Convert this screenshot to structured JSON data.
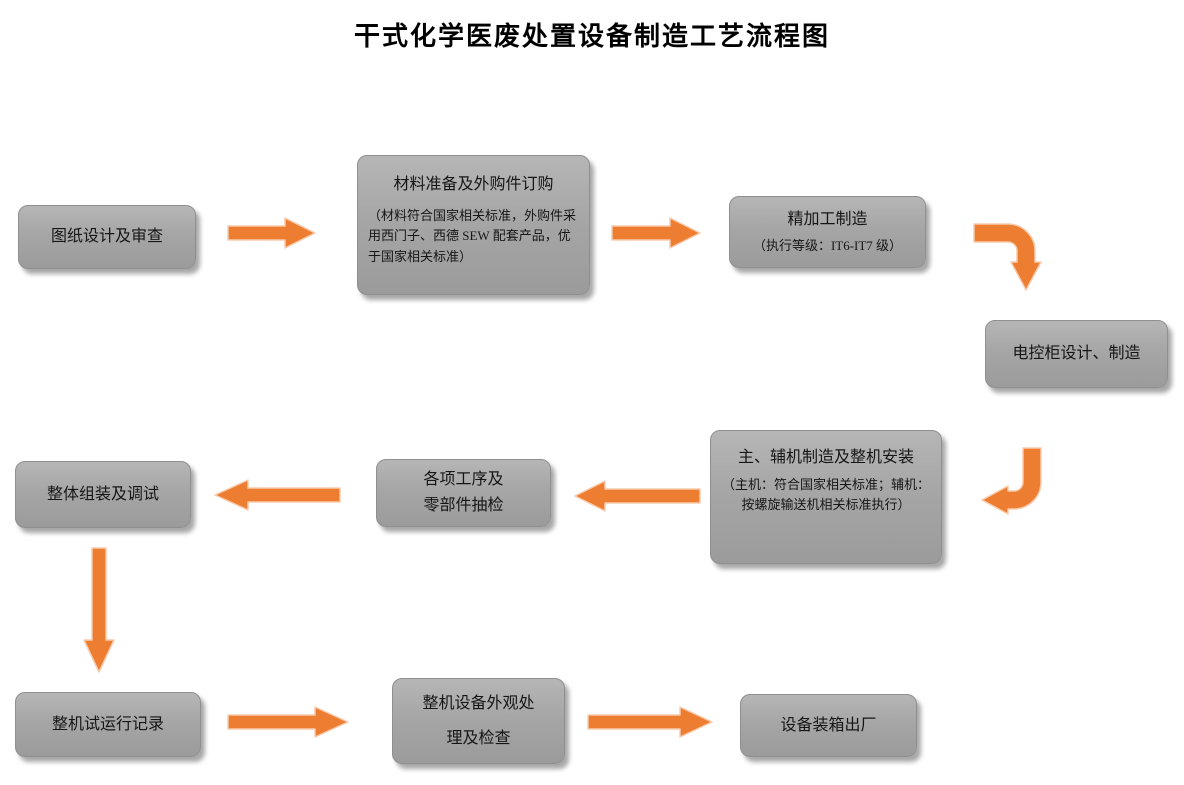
{
  "title": "干式化学医废处置设备制造工艺流程图",
  "colors": {
    "arrow": "#ED7D31",
    "arrow_outline": "#F8CBAD",
    "box": "#A6A6A6"
  },
  "nodes": [
    {
      "id": "design-review",
      "label": "图纸设计及审查"
    },
    {
      "id": "material-prep",
      "label": "材料准备及外购件订购",
      "sublabel": "（材料符合国家相关标准，外购件采用西门子、西德 SEW 配套产品，优于国家相关标准）"
    },
    {
      "id": "precision-mfg",
      "label": "精加工制造",
      "sublabel": "（执行等级：IT6-IT7 级）"
    },
    {
      "id": "control-cabinet",
      "label": "电控柜设计、制造"
    },
    {
      "id": "main-aux-assembly",
      "label": "主、辅机制造及整机安装",
      "sublabel": "（主机：符合国家相关标准；辅机：按螺旋输送机相关标准执行）"
    },
    {
      "id": "process-sampling",
      "label": "各项工序及",
      "label2": "零部件抽检"
    },
    {
      "id": "overall-assembly",
      "label": "整体组装及调试"
    },
    {
      "id": "trial-run-record",
      "label": "整机试运行记录"
    },
    {
      "id": "appearance-check",
      "label": "整机设备外观处",
      "label2": "理及检查"
    },
    {
      "id": "packing-shipment",
      "label": "设备装箱出厂"
    }
  ],
  "connections": [
    {
      "from": "design-review",
      "to": "material-prep"
    },
    {
      "from": "material-prep",
      "to": "precision-mfg"
    },
    {
      "from": "precision-mfg",
      "to": "control-cabinet"
    },
    {
      "from": "control-cabinet",
      "to": "main-aux-assembly"
    },
    {
      "from": "main-aux-assembly",
      "to": "process-sampling"
    },
    {
      "from": "process-sampling",
      "to": "overall-assembly"
    },
    {
      "from": "overall-assembly",
      "to": "trial-run-record"
    },
    {
      "from": "trial-run-record",
      "to": "appearance-check"
    },
    {
      "from": "appearance-check",
      "to": "packing-shipment"
    }
  ]
}
